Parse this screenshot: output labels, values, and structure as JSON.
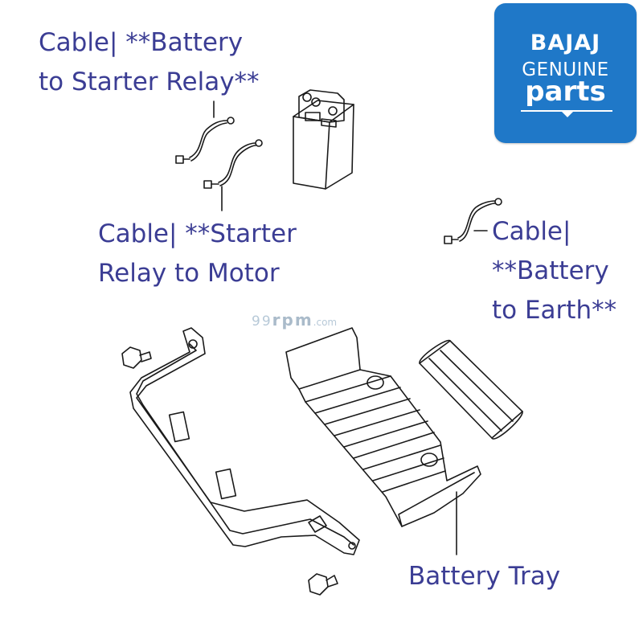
{
  "labels": {
    "cable_battery_starter": "Cable| **Battery\nto Starter Relay**",
    "cable_starter_motor": "Cable| **Starter\nRelay to Motor",
    "cable_battery_earth": "Cable|\n**Battery\nto Earth**",
    "battery_tray": "Battery Tray"
  },
  "logo": {
    "brand": "BAJAJ",
    "genuine": "GENUINE",
    "parts": "parts"
  },
  "watermark": {
    "left": "99",
    "mid": "rpm",
    "right": ".com"
  },
  "colors": {
    "label_text": "#3b3d94",
    "logo_background": "#1f78c8",
    "line_art": "#1a1a1a"
  }
}
